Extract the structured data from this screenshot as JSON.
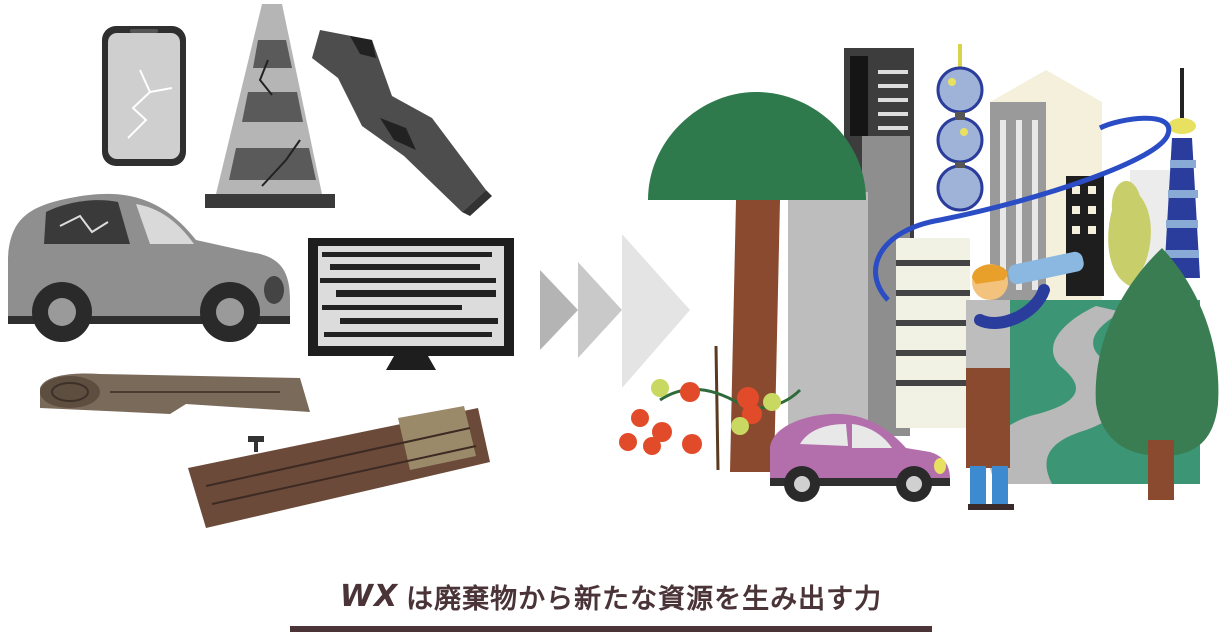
{
  "caption": {
    "brand": "WX",
    "tagline": "は廃棄物から新たな資源を生み出す力"
  },
  "colors": {
    "caption_text": "#4a3438",
    "gray_dark": "#4d4d4d",
    "gray_mid": "#8c8c8c",
    "gray_light": "#bdbdbd",
    "wood_brown": "#6b4a3a",
    "tree_green": "#3a7d52",
    "car_pink": "#b36fab",
    "road_gray": "#b9b9b9",
    "lawn_green": "#3c9676",
    "accent_blue": "#2a3d9c",
    "tomato_red": "#e24b2a"
  },
  "scene": {
    "left": [
      "broken-phone",
      "broken-traffic-cone",
      "broken-pipe",
      "broken-car",
      "broken-tv",
      "log",
      "wooden-plank"
    ],
    "transition": "arrow-chevrons",
    "right": [
      "round-tree",
      "buildings",
      "radio-tower",
      "person-drinking-water",
      "tomato-plant",
      "pink-car",
      "conifer-tree",
      "path"
    ]
  }
}
